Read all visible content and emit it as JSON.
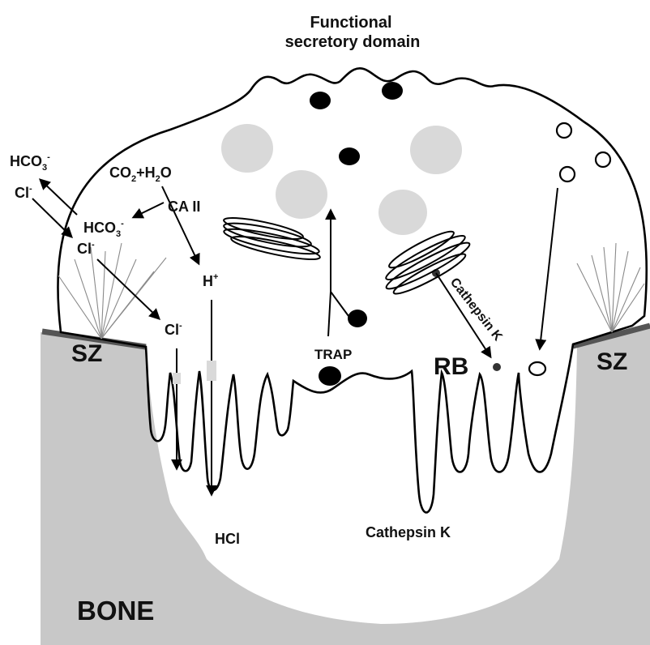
{
  "title": {
    "line1": "Functional",
    "line2": "secretory domain"
  },
  "labels": {
    "hco3_out": "HCO",
    "cl_out": "Cl",
    "co2_h2o_a": "CO",
    "co2_h2o_b": "+H",
    "co2_h2o_c": "O",
    "ca2": "CA II",
    "hco3_in": "HCO",
    "cl_in": "Cl",
    "cl_lower": "Cl",
    "h_plus": "H",
    "trap": "TRAP",
    "rb": "RB",
    "cathepsin_vesicle": "Cathepsin K",
    "cathepsin_lacuna": "Cathepsin K",
    "hcl": "HCl",
    "sz_left": "SZ",
    "sz_right": "SZ",
    "bone": "BONE"
  },
  "sub_sup": {
    "sub3": "3",
    "sub2": "2",
    "sup_minus": "-",
    "sup_plus": "+"
  },
  "colors": {
    "bone": "#c8c8c8",
    "vesicle_gray": "#d9d9d9",
    "sealing_zone": "#555555",
    "outline": "#000000"
  }
}
